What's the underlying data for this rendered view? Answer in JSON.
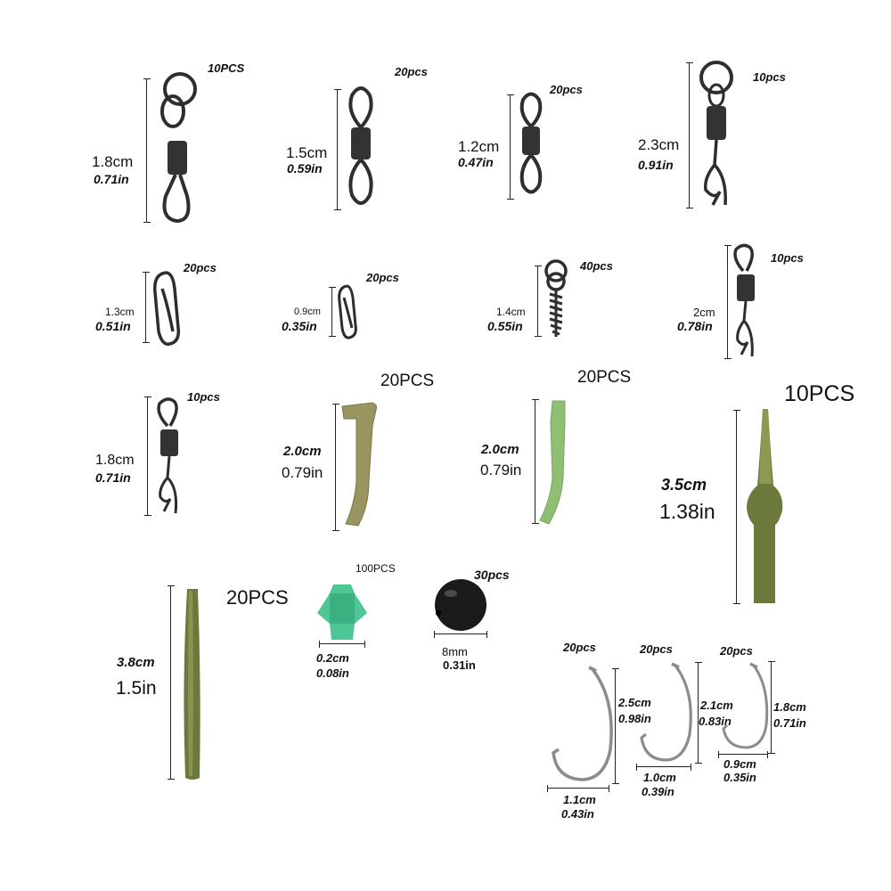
{
  "colors": {
    "metal": "#2e2e2e",
    "olive": "#6b7a3a",
    "khaki": "#9a9460",
    "green_tube": "#8fbf73",
    "clear_green": "#3cc08a",
    "bead": "#1a1a1a",
    "hook": "#8c8c8c"
  },
  "items": [
    {
      "id": "swivel-ring-large",
      "icon": "swivel-with-ring",
      "qty": "10PCS",
      "cm": "1.8cm",
      "in": "0.71in"
    },
    {
      "id": "rolling-swivel-15",
      "icon": "rolling-swivel",
      "qty": "20pcs",
      "cm": "1.5cm",
      "in": "0.59in"
    },
    {
      "id": "rolling-swivel-12",
      "icon": "rolling-swivel",
      "qty": "20pcs",
      "cm": "1.2cm",
      "in": "0.47in"
    },
    {
      "id": "quick-change-swivel-23",
      "icon": "quick-change-swivel",
      "qty": "10pcs",
      "cm": "2.3cm",
      "in": "0.91in"
    },
    {
      "id": "quick-link-13",
      "icon": "quick-link-clip",
      "qty": "20pcs",
      "cm": "1.3cm",
      "in": "0.51in"
    },
    {
      "id": "quick-link-09",
      "icon": "quick-link-clip",
      "qty": "20pcs",
      "cm": "0.9cm",
      "in": "0.35in"
    },
    {
      "id": "bait-screw",
      "icon": "bait-screw-with-ring",
      "qty": "40pcs",
      "cm": "1.4cm",
      "in": "0.55in"
    },
    {
      "id": "quick-change-swivel-2",
      "icon": "quick-change-swivel",
      "qty": "10pcs",
      "cm": "2cm",
      "in": "0.78in"
    },
    {
      "id": "quick-change-swivel-18",
      "icon": "quick-change-swivel",
      "qty": "10pcs",
      "cm": "1.8cm",
      "in": "0.71in"
    },
    {
      "id": "hook-aligner-khaki",
      "icon": "hook-aligner",
      "qty": "20PCS",
      "cm": "2.0cm",
      "in": "0.79in"
    },
    {
      "id": "hook-aligner-green",
      "icon": "hook-aligner",
      "qty": "20PCS",
      "cm": "2.0cm",
      "in": "0.79in"
    },
    {
      "id": "tail-rubber",
      "icon": "tail-rubber-sleeve",
      "qty": "10PCS",
      "cm": "3.5cm",
      "in": "1.38in"
    },
    {
      "id": "anti-tangle-sleeve",
      "icon": "anti-tangle-sleeve",
      "qty": "20PCS",
      "cm": "3.8cm",
      "in": "1.5in"
    },
    {
      "id": "hook-stop-bead",
      "icon": "hook-stop-bead",
      "qty": "100PCS",
      "cm": "0.2cm",
      "in": "0.08in"
    },
    {
      "id": "rubber-bead",
      "icon": "round-bead",
      "qty": "30pcs",
      "cm": "8mm",
      "in": "0.31in"
    },
    {
      "id": "hook-large",
      "icon": "curve-shank-hook",
      "qty": "20pcs",
      "length_cm": "2.5cm",
      "length_in": "0.98in",
      "gap_cm": "1.1cm",
      "gap_in": "0.43in"
    },
    {
      "id": "hook-medium",
      "icon": "curve-shank-hook",
      "qty": "20pcs",
      "length_cm": "2.1cm",
      "length_in": "0.83in",
      "gap_cm": "1.0cm",
      "gap_in": "0.39in"
    },
    {
      "id": "hook-small",
      "icon": "curve-shank-hook",
      "qty": "20pcs",
      "length_cm": "1.8cm",
      "length_in": "0.71in",
      "gap_cm": "0.9cm",
      "gap_in": "0.35in"
    }
  ]
}
